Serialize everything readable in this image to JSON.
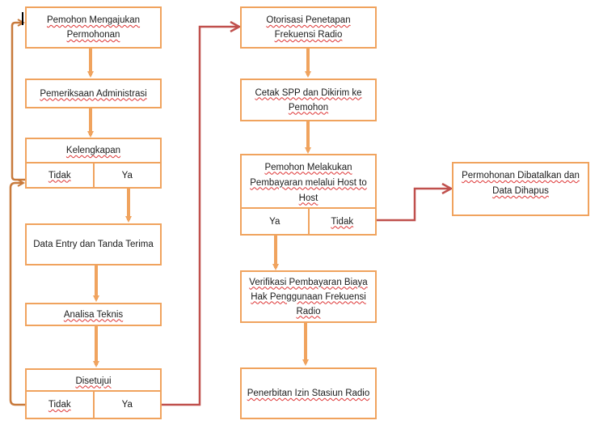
{
  "flowchart": {
    "boxes": {
      "pemohon": "Pemohon Mengajukan Permohonan",
      "pemeriksaan": "Pemeriksaan Administrasi",
      "kelengkapan": "Kelengkapan",
      "kelengkapan_tidak": "Tidak",
      "kelengkapan_ya": "Ya",
      "data_entry": "Data Entry dan Tanda Terima",
      "analisa": "Analisa Teknis",
      "disetujui": "Disetujui",
      "disetujui_tidak": "Tidak",
      "disetujui_ya": "Ya",
      "otorisasi": "Otorisasi Penetapan Frekuensi Radio",
      "cetak_spp": "Cetak SPP dan Dikirim ke Pemohon",
      "pembayaran": "Pemohon Melakukan Pembayaran melalui Host to Host",
      "pembayaran_ya": "Ya",
      "pembayaran_tidak": "Tidak",
      "verifikasi": "Verifikasi Pembayaran Biaya Hak Penggunaan Frekuensi Radio",
      "penerbitan": "Penerbitan Izin Stasiun Radio",
      "dibatalkan": "Permohonan Dibatalkan dan Data Dihapus"
    },
    "colors": {
      "box_border": "#f0a35e",
      "flow_arrow": "#f0a35e",
      "loop_arrow": "#c87a3c",
      "branch_arrow": "#c0504d"
    }
  }
}
